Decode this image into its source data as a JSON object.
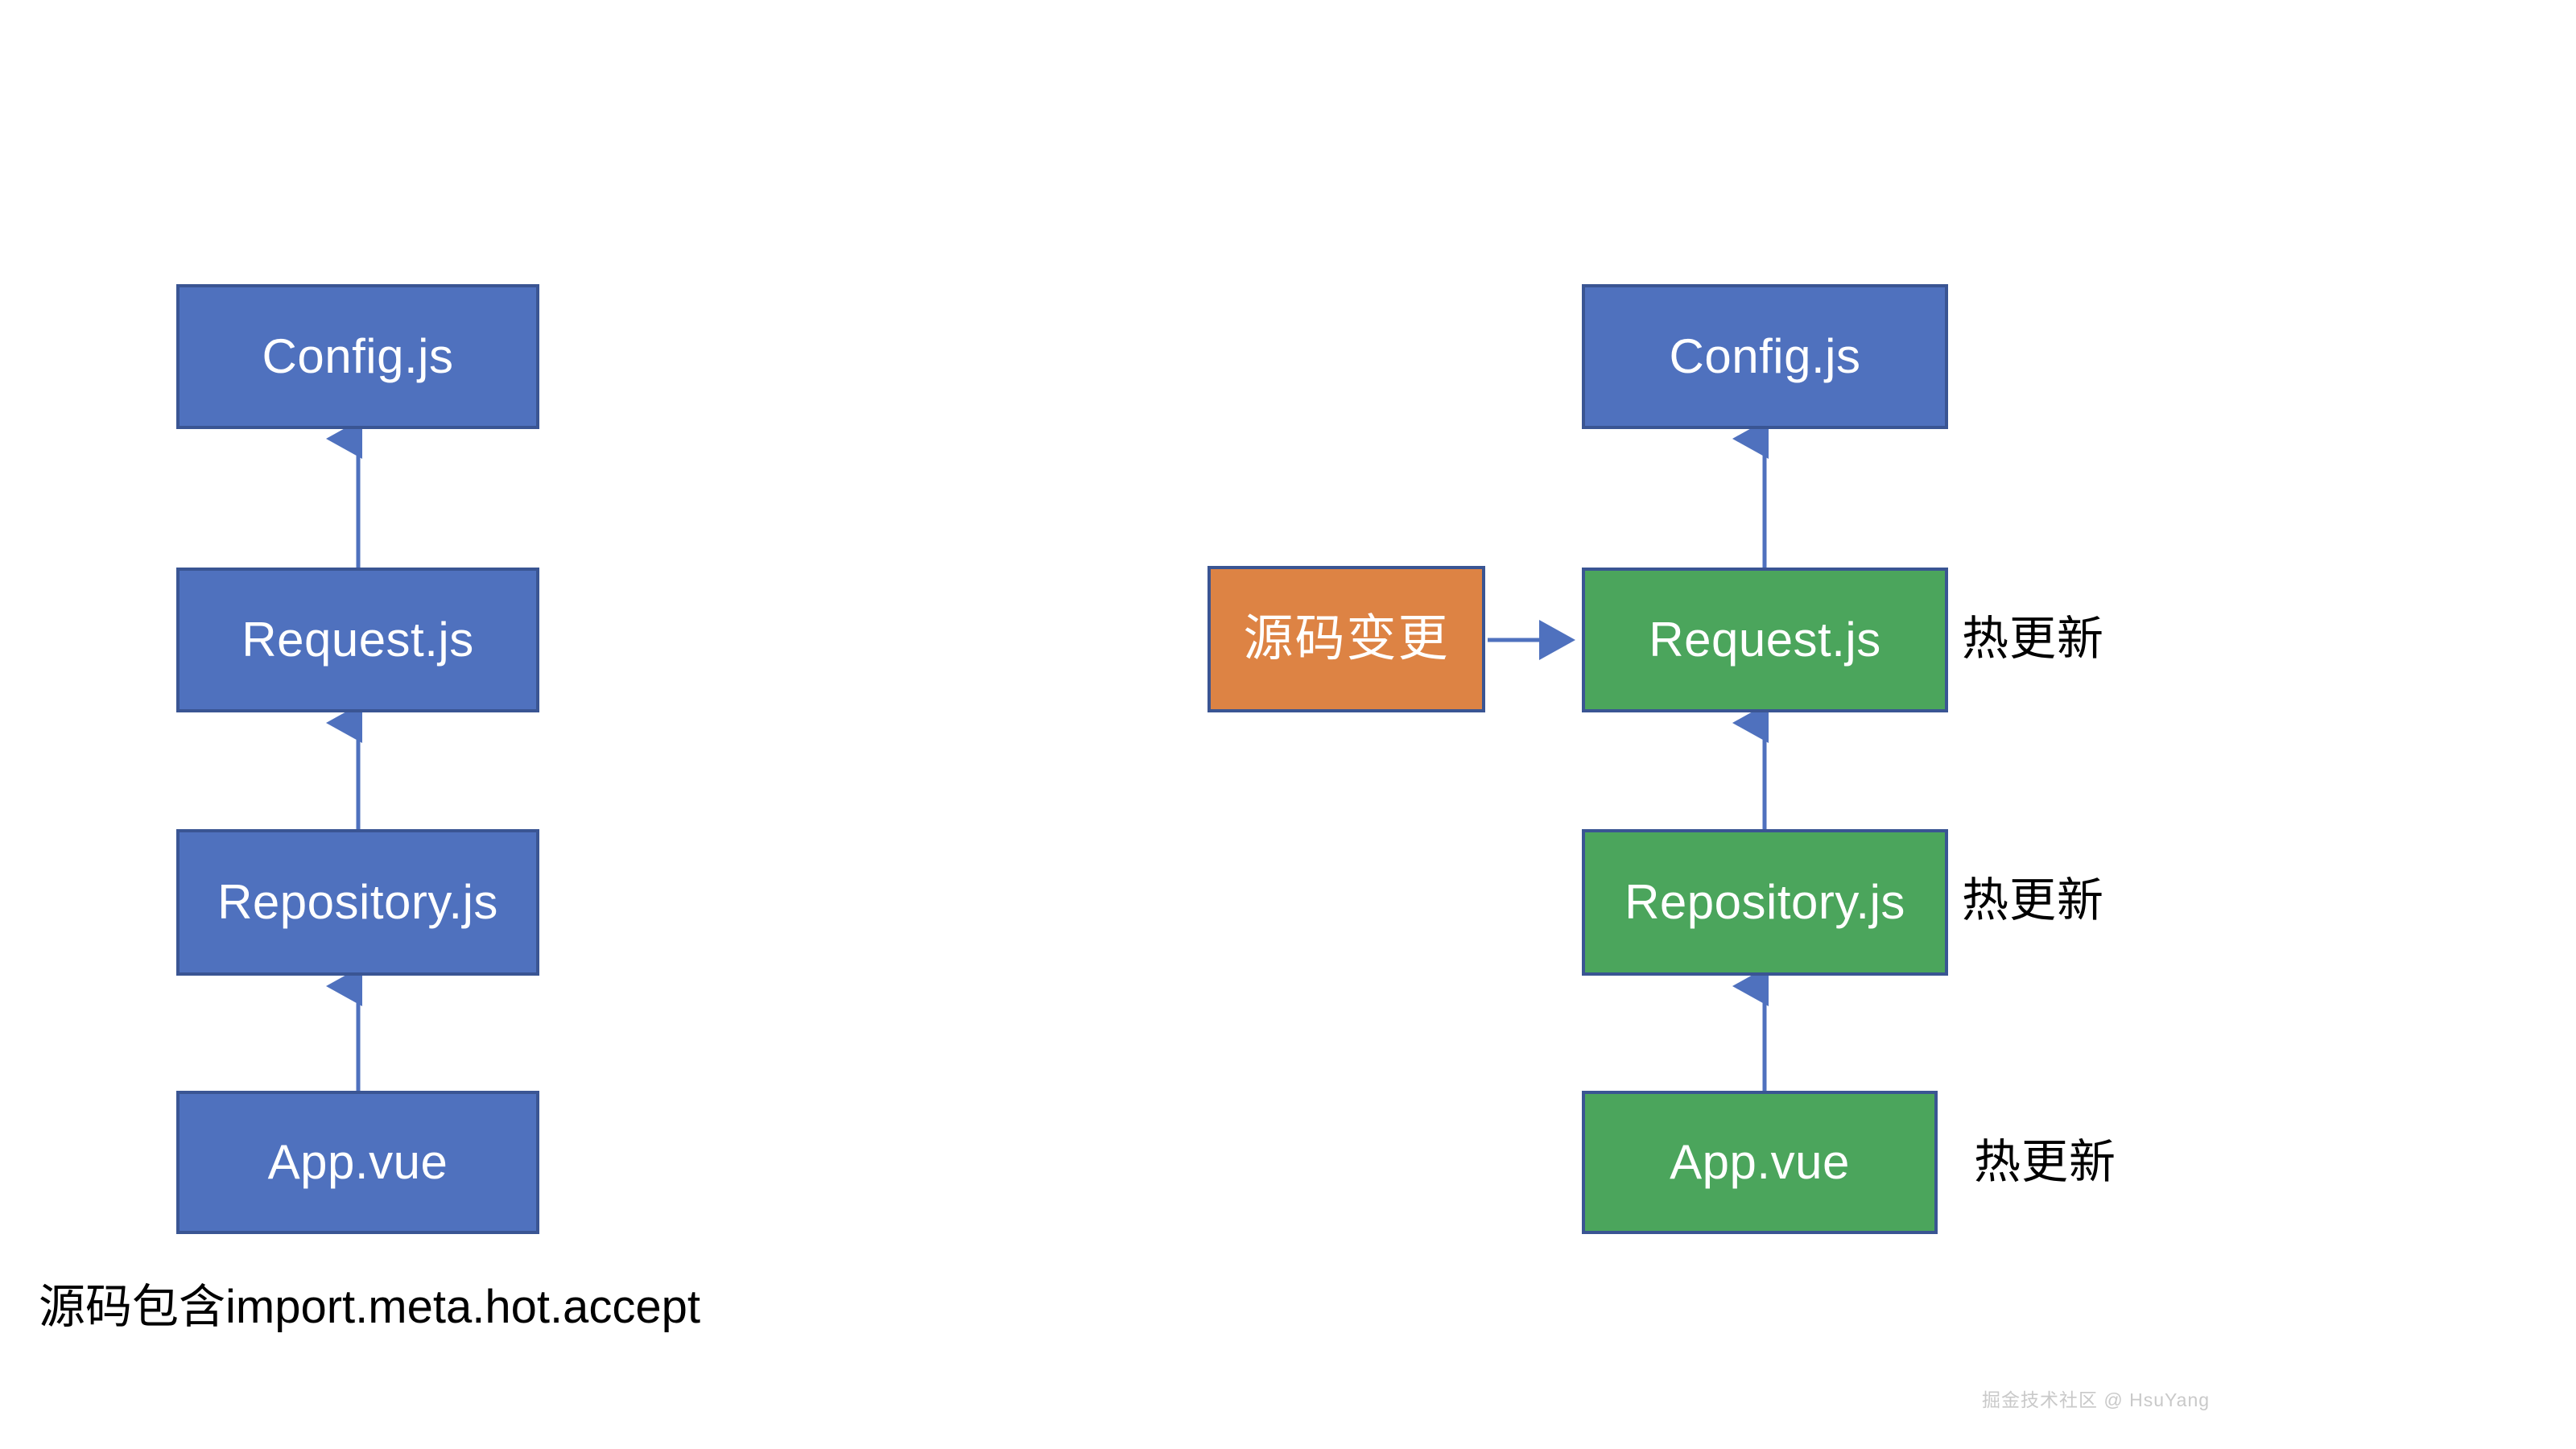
{
  "diagram": {
    "title_present": false,
    "colors": {
      "module_default": "#4F71BE",
      "module_hot_updated": "#4BA55C",
      "source_change": "#DD8344",
      "border": "#3A5593",
      "arrow": "#4F71BE",
      "text_on_box": "#FFFFFF",
      "annotation_text": "#000000",
      "background": "#FFFFFF",
      "watermark": "#C9C9C9"
    },
    "left_graph": {
      "name": "before-change-module-graph",
      "nodes": [
        {
          "id": "left-config",
          "label": "Config.js",
          "state": "normal"
        },
        {
          "id": "left-request",
          "label": "Request.js",
          "state": "normal"
        },
        {
          "id": "left-repository",
          "label": "Repository.js",
          "state": "normal"
        },
        {
          "id": "left-appvue",
          "label": "App.vue",
          "state": "normal"
        }
      ],
      "edges": [
        {
          "from": "left-request",
          "to": "left-config",
          "direction": "up"
        },
        {
          "from": "left-repository",
          "to": "left-request",
          "direction": "up"
        },
        {
          "from": "left-appvue",
          "to": "left-repository",
          "direction": "up"
        }
      ],
      "caption": "源码包含import.meta.hot.accept"
    },
    "right_graph": {
      "name": "after-change-module-graph",
      "nodes": [
        {
          "id": "right-config",
          "label": "Config.js",
          "state": "normal"
        },
        {
          "id": "right-request",
          "label": "Request.js",
          "state": "hot-updated"
        },
        {
          "id": "right-repository",
          "label": "Repository.js",
          "state": "hot-updated"
        },
        {
          "id": "right-appvue",
          "label": "App.vue",
          "state": "hot-updated"
        }
      ],
      "trigger": {
        "id": "source-change",
        "label": "源码变更",
        "state": "change"
      },
      "edges": [
        {
          "from": "source-change",
          "to": "right-request",
          "direction": "right"
        },
        {
          "from": "right-request",
          "to": "right-config",
          "direction": "up"
        },
        {
          "from": "right-repository",
          "to": "right-request",
          "direction": "up"
        },
        {
          "from": "right-appvue",
          "to": "right-repository",
          "direction": "up"
        }
      ],
      "annotations": [
        {
          "for": "right-request",
          "text": "热更新"
        },
        {
          "for": "right-repository",
          "text": "热更新"
        },
        {
          "for": "right-appvue",
          "text": "热更新"
        }
      ]
    },
    "watermark": "掘金技术社区 @ HsuYang"
  }
}
